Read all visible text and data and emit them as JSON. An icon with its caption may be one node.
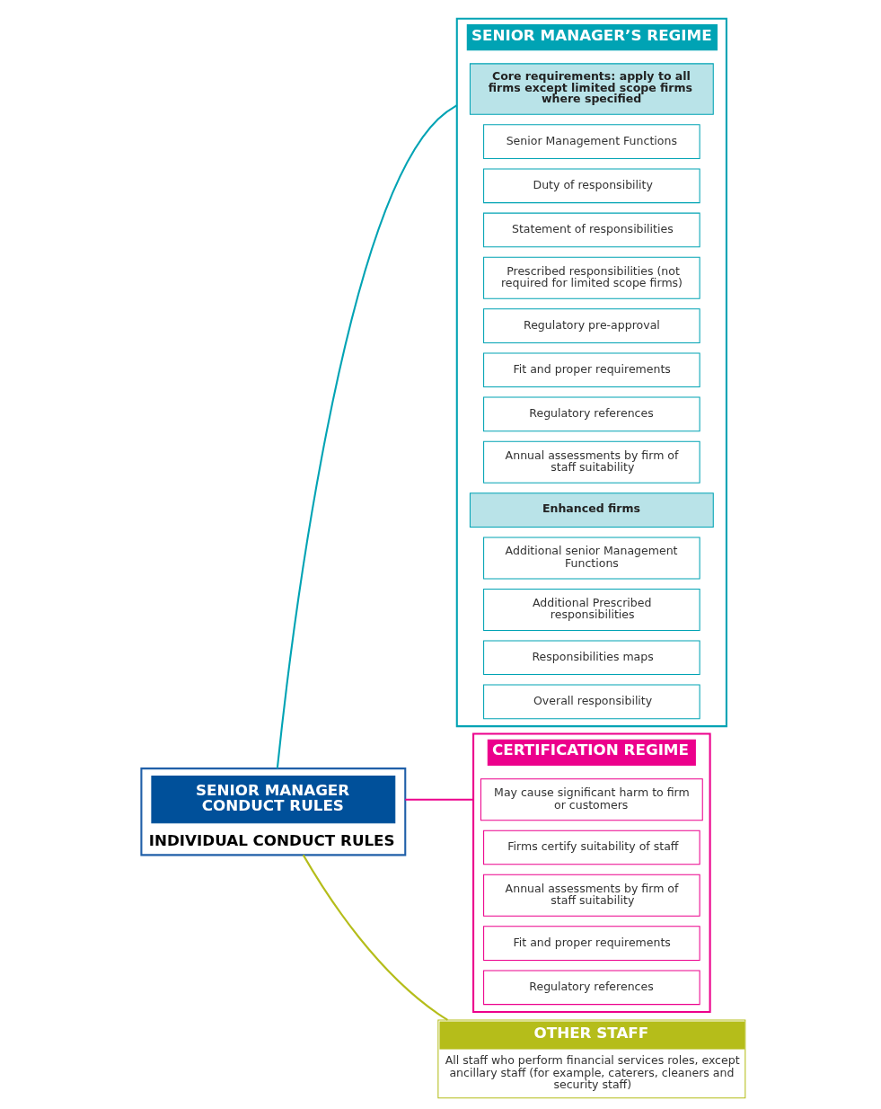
{
  "diagram": {
    "nodes": [
      {
        "text": [
          "INDIVIDUAL CONDUCT RULES"
        ]
      },
      {
        "text": [
          "SENIOR MANAGER CONDUCT RULES"
        ],
        "in": 0
      },
      {
        "text": [
          "SENIOR MANAGER’S REGIME"
        ]
      },
      {
        "text": [
          "Core requirements: apply to all firms except limited scope firms where specified"
        ],
        "in": 2
      },
      {
        "text": [
          "Senior Management Functions"
        ],
        "in": 2
      },
      {
        "text": [
          "Duty of responsibility"
        ],
        "in": 2
      },
      {
        "text": [
          "Statement of responsibilities"
        ],
        "in": 2
      },
      {
        "text": [
          "Prescribed responsibilities (not required for limited scope firms)"
        ],
        "in": 2
      },
      {
        "text": [
          "Regulatory pre-approval"
        ],
        "in": 2
      },
      {
        "text": [
          "Fit and proper requirements"
        ],
        "in": 2
      },
      {
        "text": [
          "Regulatory references"
        ],
        "in": 2
      },
      {
        "text": [
          "Annual assessments by firm of staff suitability"
        ],
        "in": 2
      },
      {
        "text": [
          "Enhanced firms"
        ],
        "in": 2
      },
      {
        "text": [
          "Additional senior Management Functions"
        ],
        "in": 2
      },
      {
        "text": [
          "Additional Prescribed responsibilities"
        ],
        "in": 2
      },
      {
        "text": [
          "Responsibilities maps"
        ],
        "in": 2
      },
      {
        "text": [
          "Overall responsibility"
        ],
        "in": 2
      },
      {
        "text": [
          "CERTIFICATION REGIME"
        ]
      },
      {
        "text": [
          "May cause significant harm to firm or customers"
        ],
        "in": 17
      },
      {
        "text": [
          "Firms certify suitability of staff"
        ],
        "in": 17
      },
      {
        "text": [
          "Annual assessments by firm of staff suitability"
        ],
        "in": 17
      },
      {
        "text": [
          "Fit and proper requirements"
        ],
        "in": 17
      },
      {
        "text": [
          "Regulatory references"
        ],
        "in": 17
      },
      {
        "text": [
          "OTHER STAFF",
          "All staff who perform financial services roles, except ancillary staff (for example, caterers, cleaners and security staff)"
        ]
      }
    ],
    "edges": [
      {
        "from": 0,
        "to": 2,
        "arrow": "none",
        "color": "#00a3b4"
      },
      {
        "from": 0,
        "to": 17,
        "arrow": "none",
        "color": "#ec008c"
      },
      {
        "from": 0,
        "to": 23,
        "arrow": "none",
        "color": "#b5bd1a"
      }
    ]
  }
}
